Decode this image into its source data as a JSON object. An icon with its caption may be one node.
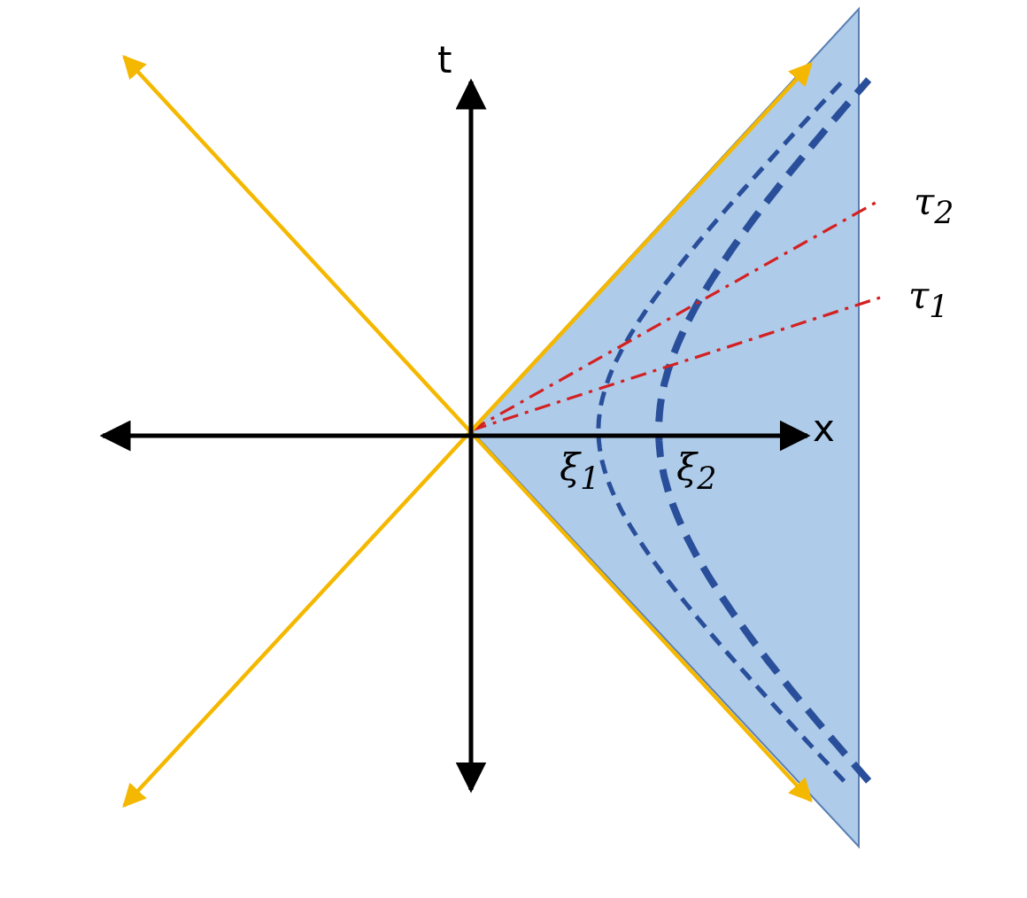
{
  "diagram": {
    "labels": [
      "t",
      "x",
      "τ$_{2}$",
      "τ$_{1}$",
      "ξ$_{1}$",
      "ξ$_{2}$"
    ]
  }
}
